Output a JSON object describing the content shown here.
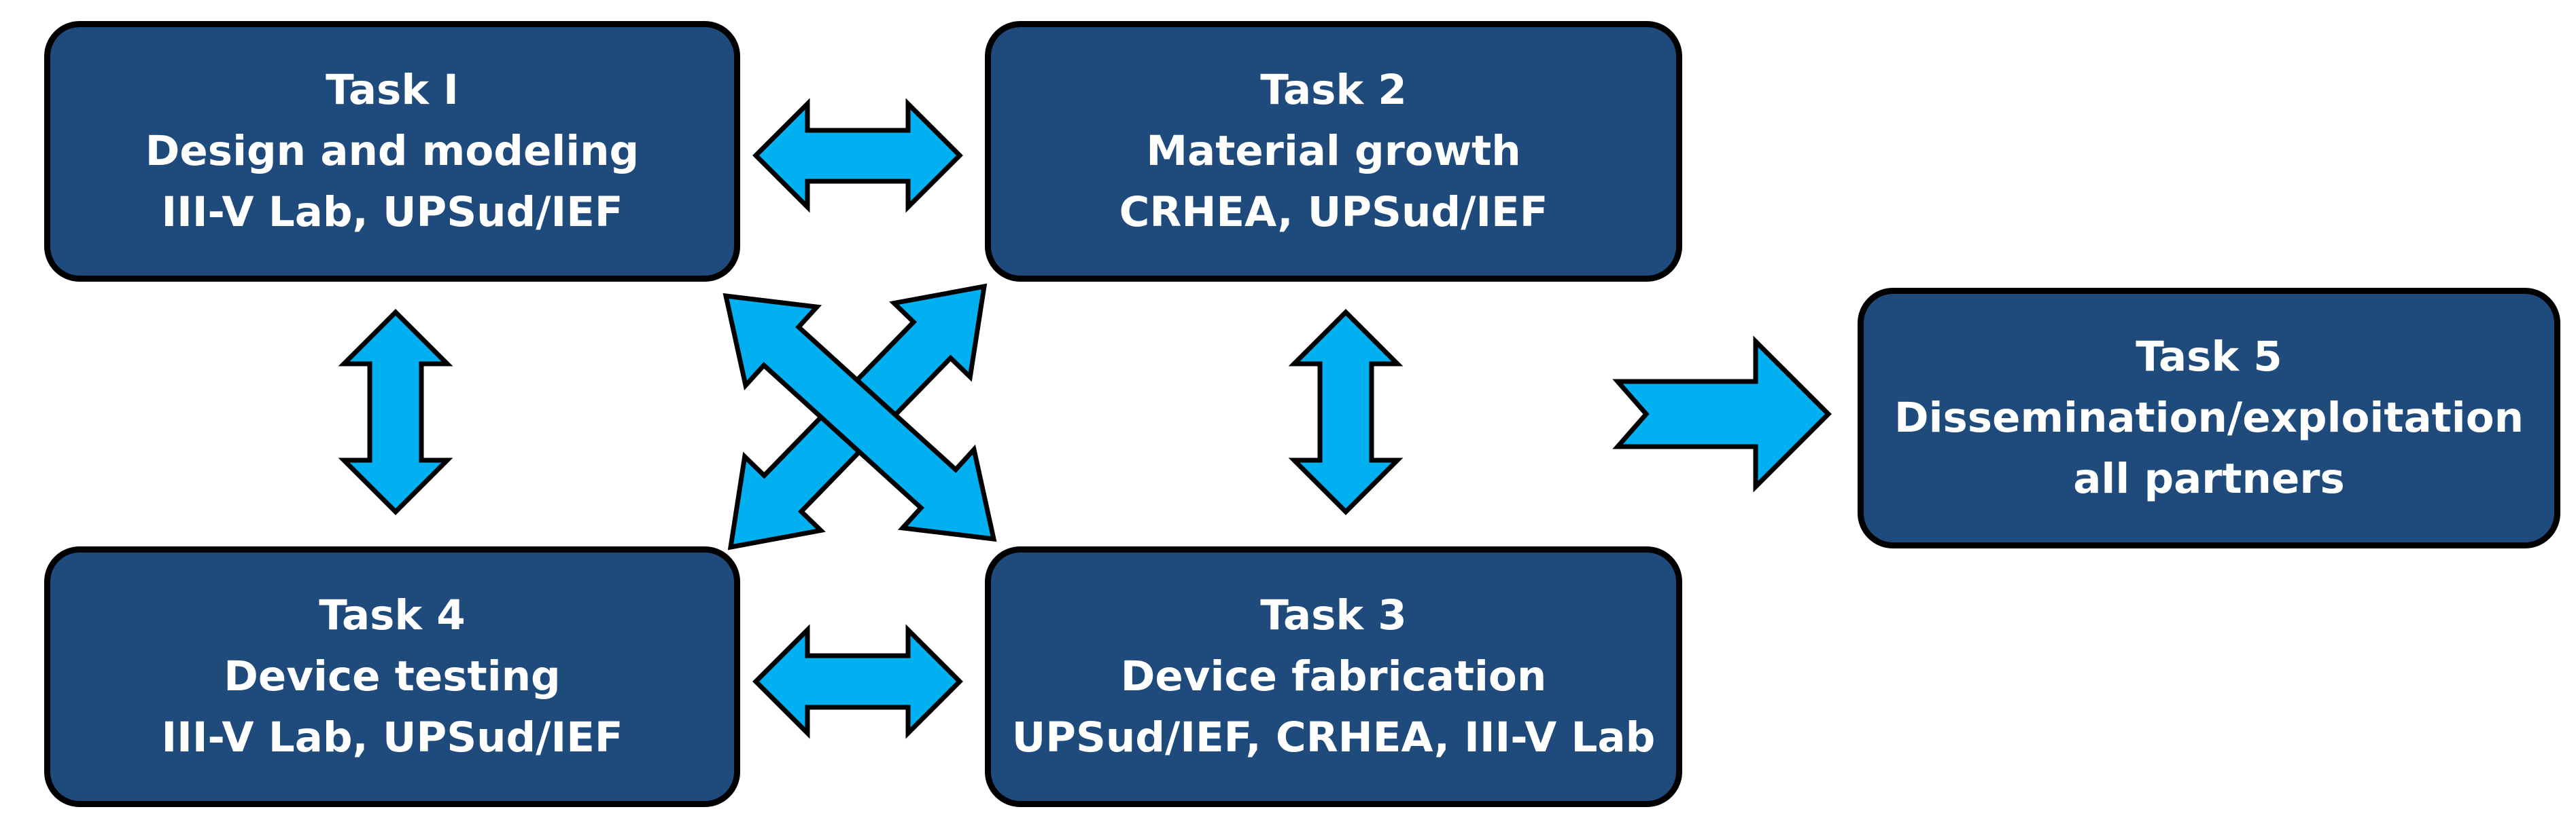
{
  "tasks": {
    "task1": {
      "title": "Task I",
      "subtitle": "Design and modeling",
      "partners": "III-V Lab, UPSud/IEF"
    },
    "task2": {
      "title": "Task 2",
      "subtitle": "Material growth",
      "partners": "CRHEA, UPSud/IEF"
    },
    "task3": {
      "title": "Task 3",
      "subtitle": "Device fabrication",
      "partners": "UPSud/IEF, CRHEA, III-V Lab"
    },
    "task4": {
      "title": "Task 4",
      "subtitle": "Device testing",
      "partners": "III-V Lab, UPSud/IEF"
    },
    "task5": {
      "title": "Task 5",
      "subtitle": "Dissemination/exploitation",
      "partners": "all partners"
    }
  },
  "colors": {
    "box_fill": "#1f4a7c",
    "box_border": "#000000",
    "box_text": "#ffffff",
    "arrow_fill": "#00b0f0",
    "arrow_stroke": "#000000"
  },
  "arrows": [
    {
      "from": "task1",
      "to": "task2",
      "kind": "double-headed"
    },
    {
      "from": "task1",
      "to": "task4",
      "kind": "double-headed"
    },
    {
      "from": "task2",
      "to": "task3",
      "kind": "double-headed"
    },
    {
      "from": "task4",
      "to": "task3",
      "kind": "double-headed"
    },
    {
      "from": "task1",
      "to": "task3",
      "kind": "double-headed"
    },
    {
      "from": "task4",
      "to": "task2",
      "kind": "double-headed"
    },
    {
      "from": "tasks-1-4",
      "to": "task5",
      "kind": "chevron"
    }
  ]
}
